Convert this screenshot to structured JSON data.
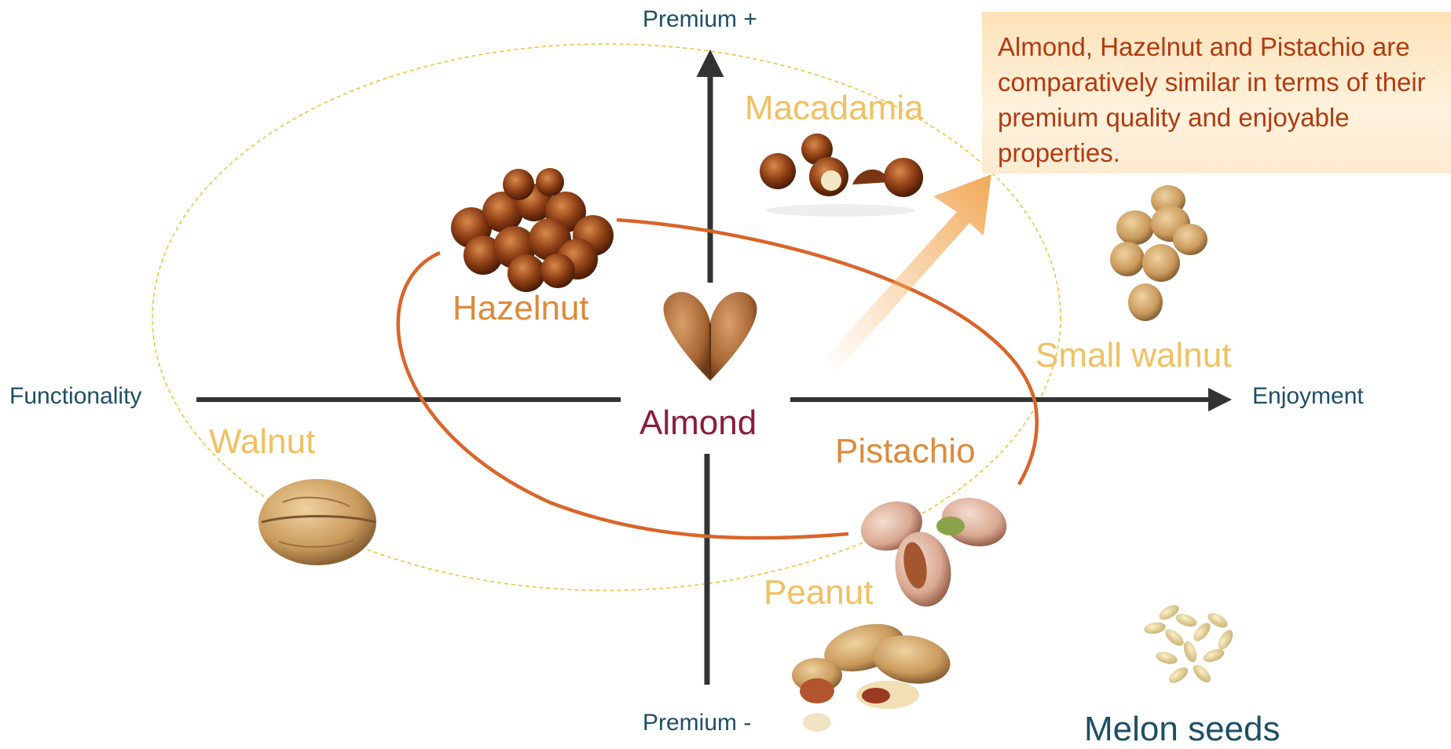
{
  "axes": {
    "top": "Premium +",
    "bottom": "Premium -",
    "left": "Functionality",
    "right": "Enjoyment"
  },
  "center_label": "Almond",
  "nuts": [
    {
      "id": "macadamia",
      "label": "Macadamia"
    },
    {
      "id": "hazelnut",
      "label": "Hazelnut"
    },
    {
      "id": "small-walnut",
      "label": "Small walnut"
    },
    {
      "id": "walnut",
      "label": "Walnut"
    },
    {
      "id": "pistachio",
      "label": "Pistachio"
    },
    {
      "id": "peanut",
      "label": "Peanut"
    },
    {
      "id": "melon-seeds",
      "label": "Melon seeds"
    }
  ],
  "callout": {
    "text": "Almond, Hazelnut and Pistachio are comparatively similar in terms of their premium quality and enjoyable properties."
  },
  "colors": {
    "axis": "#333333",
    "axis_label": "#1d4f66",
    "inner_ellipse": "#d9652a",
    "outer_ellipse": "#f2c23c",
    "label_orange": "#dd8a3c",
    "label_yellow": "#f0c062",
    "label_almond": "#8a1c3a",
    "label_melon": "#1d4f66",
    "callout_text": "#b23a10"
  }
}
